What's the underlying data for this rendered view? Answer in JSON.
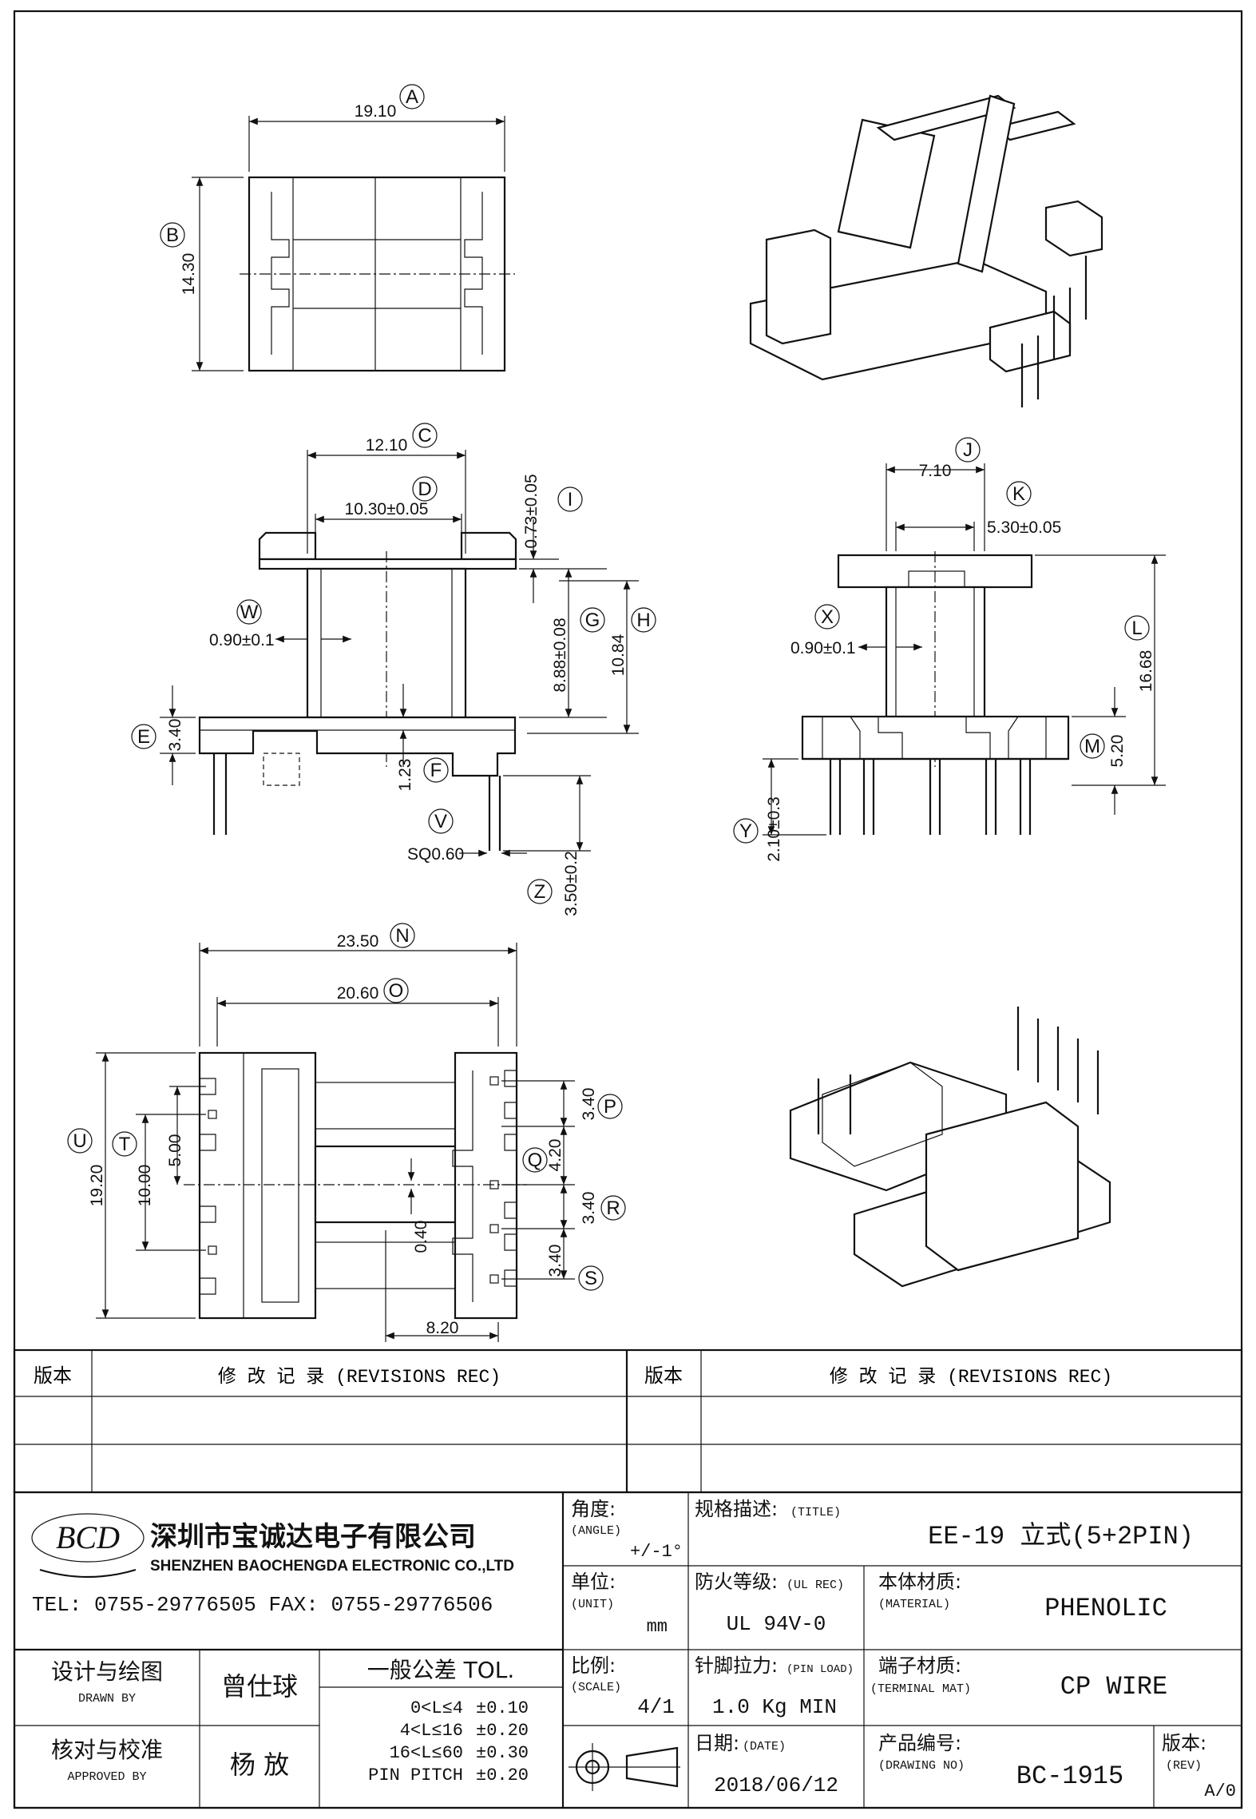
{
  "dimensions": {
    "A": {
      "letter": "A",
      "value": "19.10"
    },
    "B": {
      "letter": "B",
      "value": "14.30"
    },
    "C": {
      "letter": "C",
      "value": "12.10"
    },
    "D": {
      "letter": "D",
      "value": "10.30±0.05"
    },
    "I": {
      "letter": "I",
      "value": "0.73±0.05"
    },
    "W": {
      "letter": "W",
      "value": "0.90±0.1"
    },
    "G": {
      "letter": "G",
      "value": "8.88±0.08"
    },
    "H": {
      "letter": "H",
      "value": "10.84"
    },
    "E": {
      "letter": "E",
      "value": "3.40"
    },
    "F": {
      "letter": "F",
      "value": "1.23"
    },
    "V": {
      "letter": "V",
      "value": "SQ0.60"
    },
    "Z": {
      "letter": "Z",
      "value": "3.50±0.2"
    },
    "J": {
      "letter": "J",
      "value": "7.10"
    },
    "K": {
      "letter": "K",
      "value": "5.30±0.05"
    },
    "X": {
      "letter": "X",
      "value": "0.90±0.1"
    },
    "L": {
      "letter": "L",
      "value": "16.68"
    },
    "M": {
      "letter": "M",
      "value": "5.20"
    },
    "Y": {
      "letter": "Y",
      "value": "2.10±0.3"
    },
    "N": {
      "letter": "N",
      "value": "23.50"
    },
    "O": {
      "letter": "O",
      "value": "20.60"
    },
    "U": {
      "letter": "U",
      "value": "19.20"
    },
    "T": {
      "letter": "T",
      "value": "10.00"
    },
    "T2": {
      "value": "5.00"
    },
    "P": {
      "letter": "P",
      "value": "3.40"
    },
    "Q": {
      "letter": "Q",
      "value": "4.20"
    },
    "R": {
      "letter": "R",
      "value": "3.40"
    },
    "S": {
      "letter": "S",
      "value": "3.40"
    },
    "Q2": {
      "value": "0.40"
    },
    "bottom": {
      "value": "8.20"
    }
  },
  "revisions": {
    "col_version": "版本",
    "col_record": "修 改 记 录  (REVISIONS REC)"
  },
  "company": {
    "logo_text": "BCD",
    "name_cn": "深圳市宝诚达电子有限公司",
    "name_en": "SHENZHEN BAOCHENGDA ELECTRONIC CO.,LTD",
    "tel_fax": "TEL: 0755-29776505  FAX: 0755-29776506"
  },
  "title_block": {
    "angle_label": "角度:",
    "angle_label_en": "(ANGLE)",
    "angle_value": "+/-1°",
    "title_label": "规格描述:",
    "title_label_en": "(TITLE)",
    "title_value": "EE-19 立式(5+2PIN)",
    "unit_label": "单位:",
    "unit_label_en": "(UNIT)",
    "unit_value": "mm",
    "ul_label": "防火等级:",
    "ul_label_en": "(UL REC)",
    "ul_value": "UL 94V-0",
    "material_label": "本体材质:",
    "material_label_en": "(MATERIAL)",
    "material_value": "PHENOLIC",
    "drawn_label": "设计与绘图",
    "drawn_label_en": "DRAWN BY",
    "drawn_value": "曾仕球",
    "tol_title": "一般公差 TOL.",
    "tol_rows": [
      {
        "range": "0<L≤4",
        "tol": "±0.10"
      },
      {
        "range": "4<L≤16",
        "tol": "±0.20"
      },
      {
        "range": "16<L≤60",
        "tol": "±0.30"
      },
      {
        "range": "PIN PITCH",
        "tol": "±0.20"
      }
    ],
    "scale_label": "比例:",
    "scale_label_en": "(SCALE)",
    "scale_value": "4/1",
    "pinload_label": "针脚拉力:",
    "pinload_label_en": "(PIN LOAD)",
    "pinload_value": "1.0 Kg MIN",
    "terminal_label": "端子材质:",
    "terminal_label_en": "(TERMINAL MAT)",
    "terminal_value": "CP WIRE",
    "approved_label": "核对与校准",
    "approved_label_en": "APPROVED BY",
    "approved_value": "杨  放",
    "date_label": "日期:",
    "date_label_en": "(DATE)",
    "date_value": "2018/06/12",
    "drawingno_label": "产品编号:",
    "drawingno_label_en": "(DRAWING NO)",
    "drawingno_value": "BC-1915",
    "rev_label": "版本:",
    "rev_label_en": "(REV)",
    "rev_value": "A/0"
  }
}
